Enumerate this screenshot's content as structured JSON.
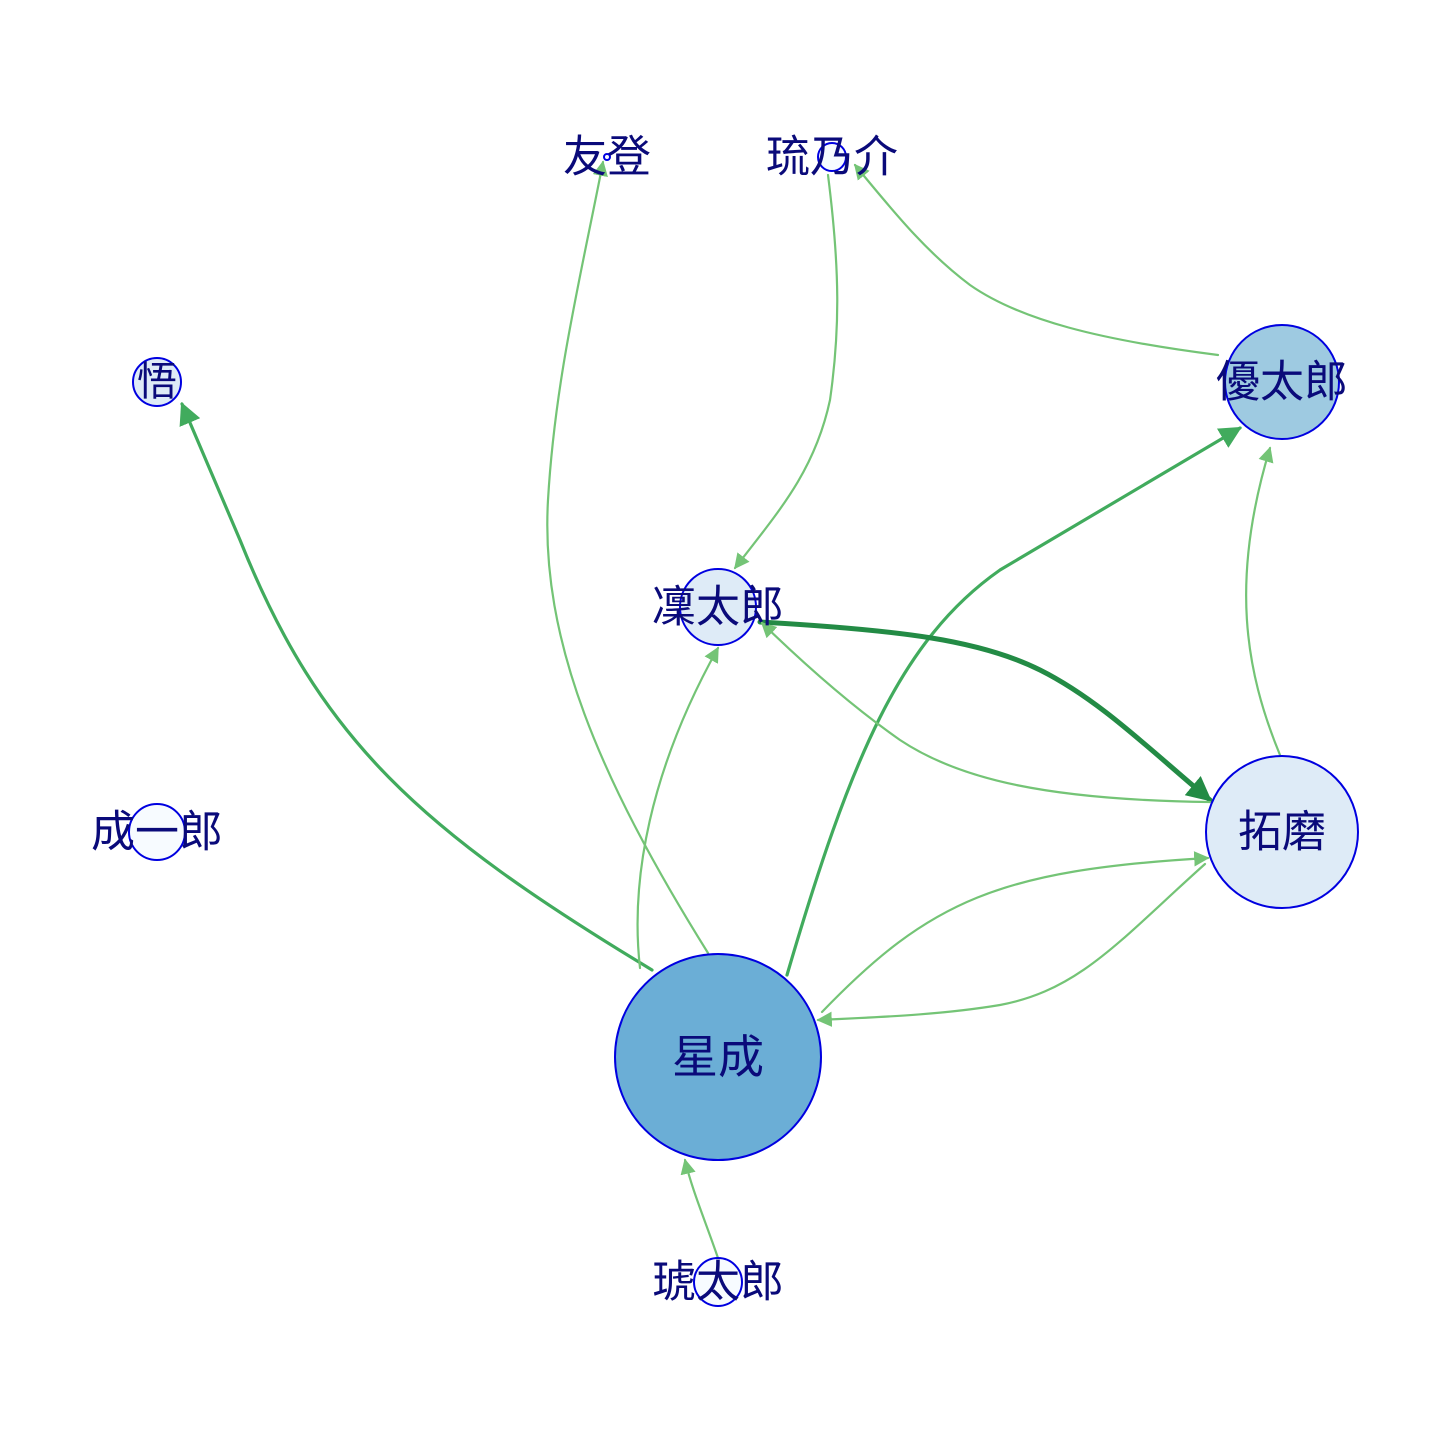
{
  "colors": {
    "node_stroke": "#0000e0",
    "label": "#0a0a7a",
    "edge_light": "#74c476",
    "edge_mid": "#41ab5d",
    "edge_dark": "#238b45"
  },
  "nodes": [
    {
      "id": "youtaro",
      "label": "優太郎",
      "fill": "#9ecae1"
    },
    {
      "id": "takuma",
      "label": "拓磨",
      "fill": "#deebf7"
    },
    {
      "id": "rintaro",
      "label": "凜太郎",
      "fill": "#deebf7"
    },
    {
      "id": "hoshinari",
      "label": "星成",
      "fill": "#6baed6"
    },
    {
      "id": "satoru",
      "label": "悟",
      "fill": "#deebf7"
    },
    {
      "id": "seiichiro",
      "label": "成一郎",
      "fill": "#f7fbff"
    },
    {
      "id": "kotaro",
      "label": "琥太郎",
      "fill": "#f7fbff"
    },
    {
      "id": "yuto",
      "label": "友登",
      "fill": "#f7fbff"
    },
    {
      "id": "runosuke",
      "label": "琉乃介",
      "fill": "#f7fbff"
    }
  ],
  "edges": [
    {
      "from": "hoshinari",
      "to": "satoru",
      "weight": 2
    },
    {
      "from": "hoshinari",
      "to": "youtaro",
      "weight": 2
    },
    {
      "from": "rintaro",
      "to": "takuma",
      "weight": 3
    },
    {
      "from": "hoshinari",
      "to": "yuto",
      "weight": 1
    },
    {
      "from": "hoshinari",
      "to": "rintaro",
      "weight": 1
    },
    {
      "from": "hoshinari",
      "to": "takuma",
      "weight": 1
    },
    {
      "from": "takuma",
      "to": "hoshinari",
      "weight": 1
    },
    {
      "from": "takuma",
      "to": "rintaro",
      "weight": 1
    },
    {
      "from": "takuma",
      "to": "youtaro",
      "weight": 1
    },
    {
      "from": "youtaro",
      "to": "runosuke",
      "weight": 1
    },
    {
      "from": "runosuke",
      "to": "rintaro",
      "weight": 1
    },
    {
      "from": "kotaro",
      "to": "hoshinari",
      "weight": 1
    }
  ]
}
